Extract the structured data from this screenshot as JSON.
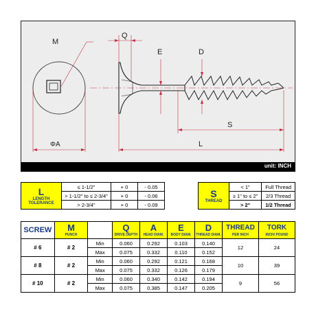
{
  "drawing": {
    "labels": {
      "m": "M",
      "q": "Q",
      "e": "E",
      "d": "D",
      "s": "S",
      "l": "L",
      "phi_a": "ΦA"
    },
    "unit": "unit: INCH"
  },
  "length_tolerance": {
    "letter": "L",
    "caption_line1": "LENGTH",
    "caption_line2": "TOLERANCE",
    "rows": [
      {
        "range": "≤ 1-1/2\"",
        "plus": "+ 0",
        "minus": "- 0.05"
      },
      {
        "range": "> 1-1/2\" to ≤ 2-3/4\"",
        "plus": "+ 0",
        "minus": "- 0.06"
      },
      {
        "range": "> 2-3/4\"",
        "plus": "+ 0",
        "minus": "- 0.09"
      }
    ]
  },
  "thread": {
    "letter": "S",
    "caption": "THREAD",
    "rows": [
      {
        "range": "< 1\"",
        "value": "Full Thread"
      },
      {
        "range": "≥ 1\" to ≤ 2\"",
        "value": "2/3 Thread"
      },
      {
        "range": "> 2\"",
        "value": "1/2 Thread"
      }
    ]
  },
  "specs": {
    "headers": {
      "screw": "SCREW",
      "m": "M",
      "m_sub": "PUNCH",
      "q": "Q",
      "q_sub": "DRIVE DEPTH",
      "a": "A",
      "a_sub": "HEAD DIAM.",
      "e": "E",
      "e_sub": "BODY DIAM.",
      "d": "D",
      "d_sub": "THREAD DIAM.",
      "thread": "THREAD",
      "thread_sub": "PER INCH",
      "tork": "TORK",
      "tork_sub": "INCH/ POUND"
    },
    "rows": [
      {
        "screw": "# 6",
        "punch": "# 2",
        "thread": "12",
        "tork": "24",
        "min": {
          "label": "Min",
          "q": "0.060",
          "a": "0.292",
          "e": "0.103",
          "d": "0.140"
        },
        "max": {
          "label": "Max",
          "q": "0.075",
          "a": "0.332",
          "e": "0.110",
          "d": "0.152"
        }
      },
      {
        "screw": "# 8",
        "punch": "# 2",
        "thread": "10",
        "tork": "39",
        "min": {
          "label": "Min",
          "q": "0.060",
          "a": "0.292",
          "e": "0.121",
          "d": "0.168"
        },
        "max": {
          "label": "Max",
          "q": "0.075",
          "a": "0.332",
          "e": "0.126",
          "d": "0.179"
        }
      },
      {
        "screw": "# 10",
        "punch": "# 2",
        "thread": "9",
        "tork": "56",
        "min": {
          "label": "Min",
          "q": "0.060",
          "a": "0.340",
          "e": "0.142",
          "d": "0.194"
        },
        "max": {
          "label": "Max",
          "q": "0.075",
          "a": "0.385",
          "e": "0.147",
          "d": "0.205"
        }
      }
    ]
  }
}
